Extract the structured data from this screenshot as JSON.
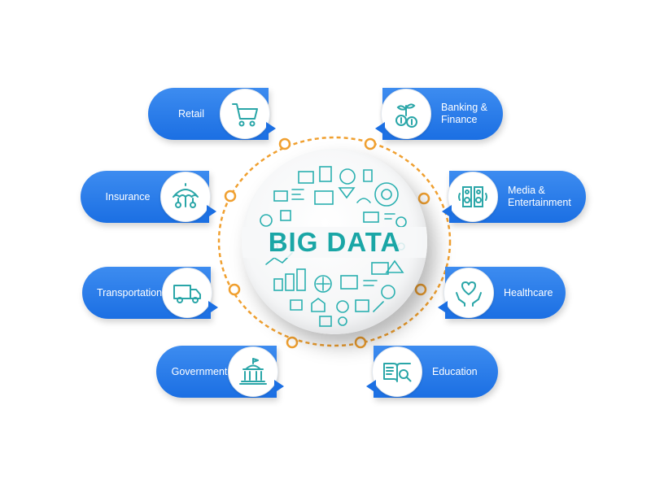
{
  "center": {
    "title": "BIG DATA"
  },
  "colors": {
    "pill": "#2a7de9",
    "ring": "#f0a030",
    "icon": "#2aa6a8",
    "title": "#1aa6a6"
  },
  "categories": [
    {
      "label": "Retail",
      "icon": "shopping-cart-icon"
    },
    {
      "label": "Banking &\nFinance",
      "icon": "money-plant-icon"
    },
    {
      "label": "Insurance",
      "icon": "umbrella-icon"
    },
    {
      "label": "Media &\nEntertainment",
      "icon": "speakers-icon"
    },
    {
      "label": "Transportation",
      "icon": "truck-icon"
    },
    {
      "label": "Healthcare",
      "icon": "heart-hands-icon"
    },
    {
      "label": "Government",
      "icon": "government-building-icon"
    },
    {
      "label": "Education",
      "icon": "book-magnifier-icon"
    }
  ]
}
